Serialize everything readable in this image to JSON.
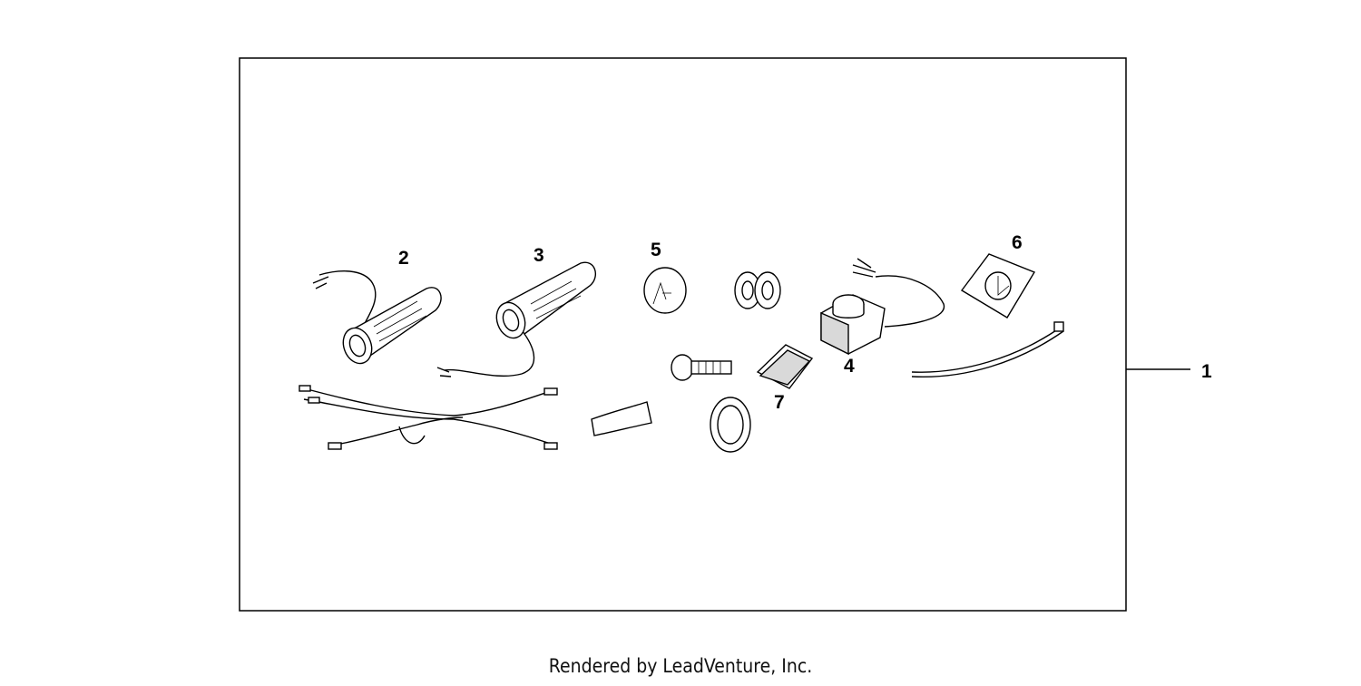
{
  "callouts": {
    "c1": "1",
    "c2": "2",
    "c3": "3",
    "c4": "4",
    "c5": "5",
    "c6": "6",
    "c7": "7"
  },
  "footer": {
    "text": "Rendered by LeadVenture, Inc."
  }
}
